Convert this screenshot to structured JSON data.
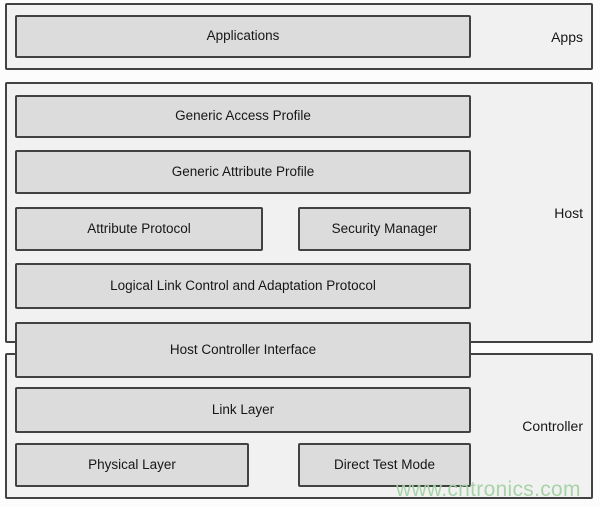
{
  "diagram": {
    "apps": {
      "label": "Apps",
      "blocks": {
        "applications": "Applications"
      }
    },
    "host": {
      "label": "Host",
      "blocks": {
        "generic_access_profile": "Generic Access Profile",
        "generic_attribute_profile": "Generic Attribute Profile",
        "attribute_protocol": "Attribute Protocol",
        "security_manager": "Security Manager",
        "l2cap": "Logical Link Control and Adaptation Protocol",
        "host_controller_interface": "Host Controller Interface"
      }
    },
    "controller": {
      "label": "Controller",
      "blocks": {
        "link_layer": "Link Layer",
        "physical_layer": "Physical Layer",
        "direct_test_mode": "Direct Test Mode"
      }
    }
  },
  "watermark": {
    "text": "www.cntronics.com",
    "color": "#a5d2a5"
  },
  "colors": {
    "background": "#fcfcfc",
    "section_fill": "#f1f1f1",
    "block_fill": "#dcdcdc",
    "border": "#424242",
    "text": "#161616"
  }
}
